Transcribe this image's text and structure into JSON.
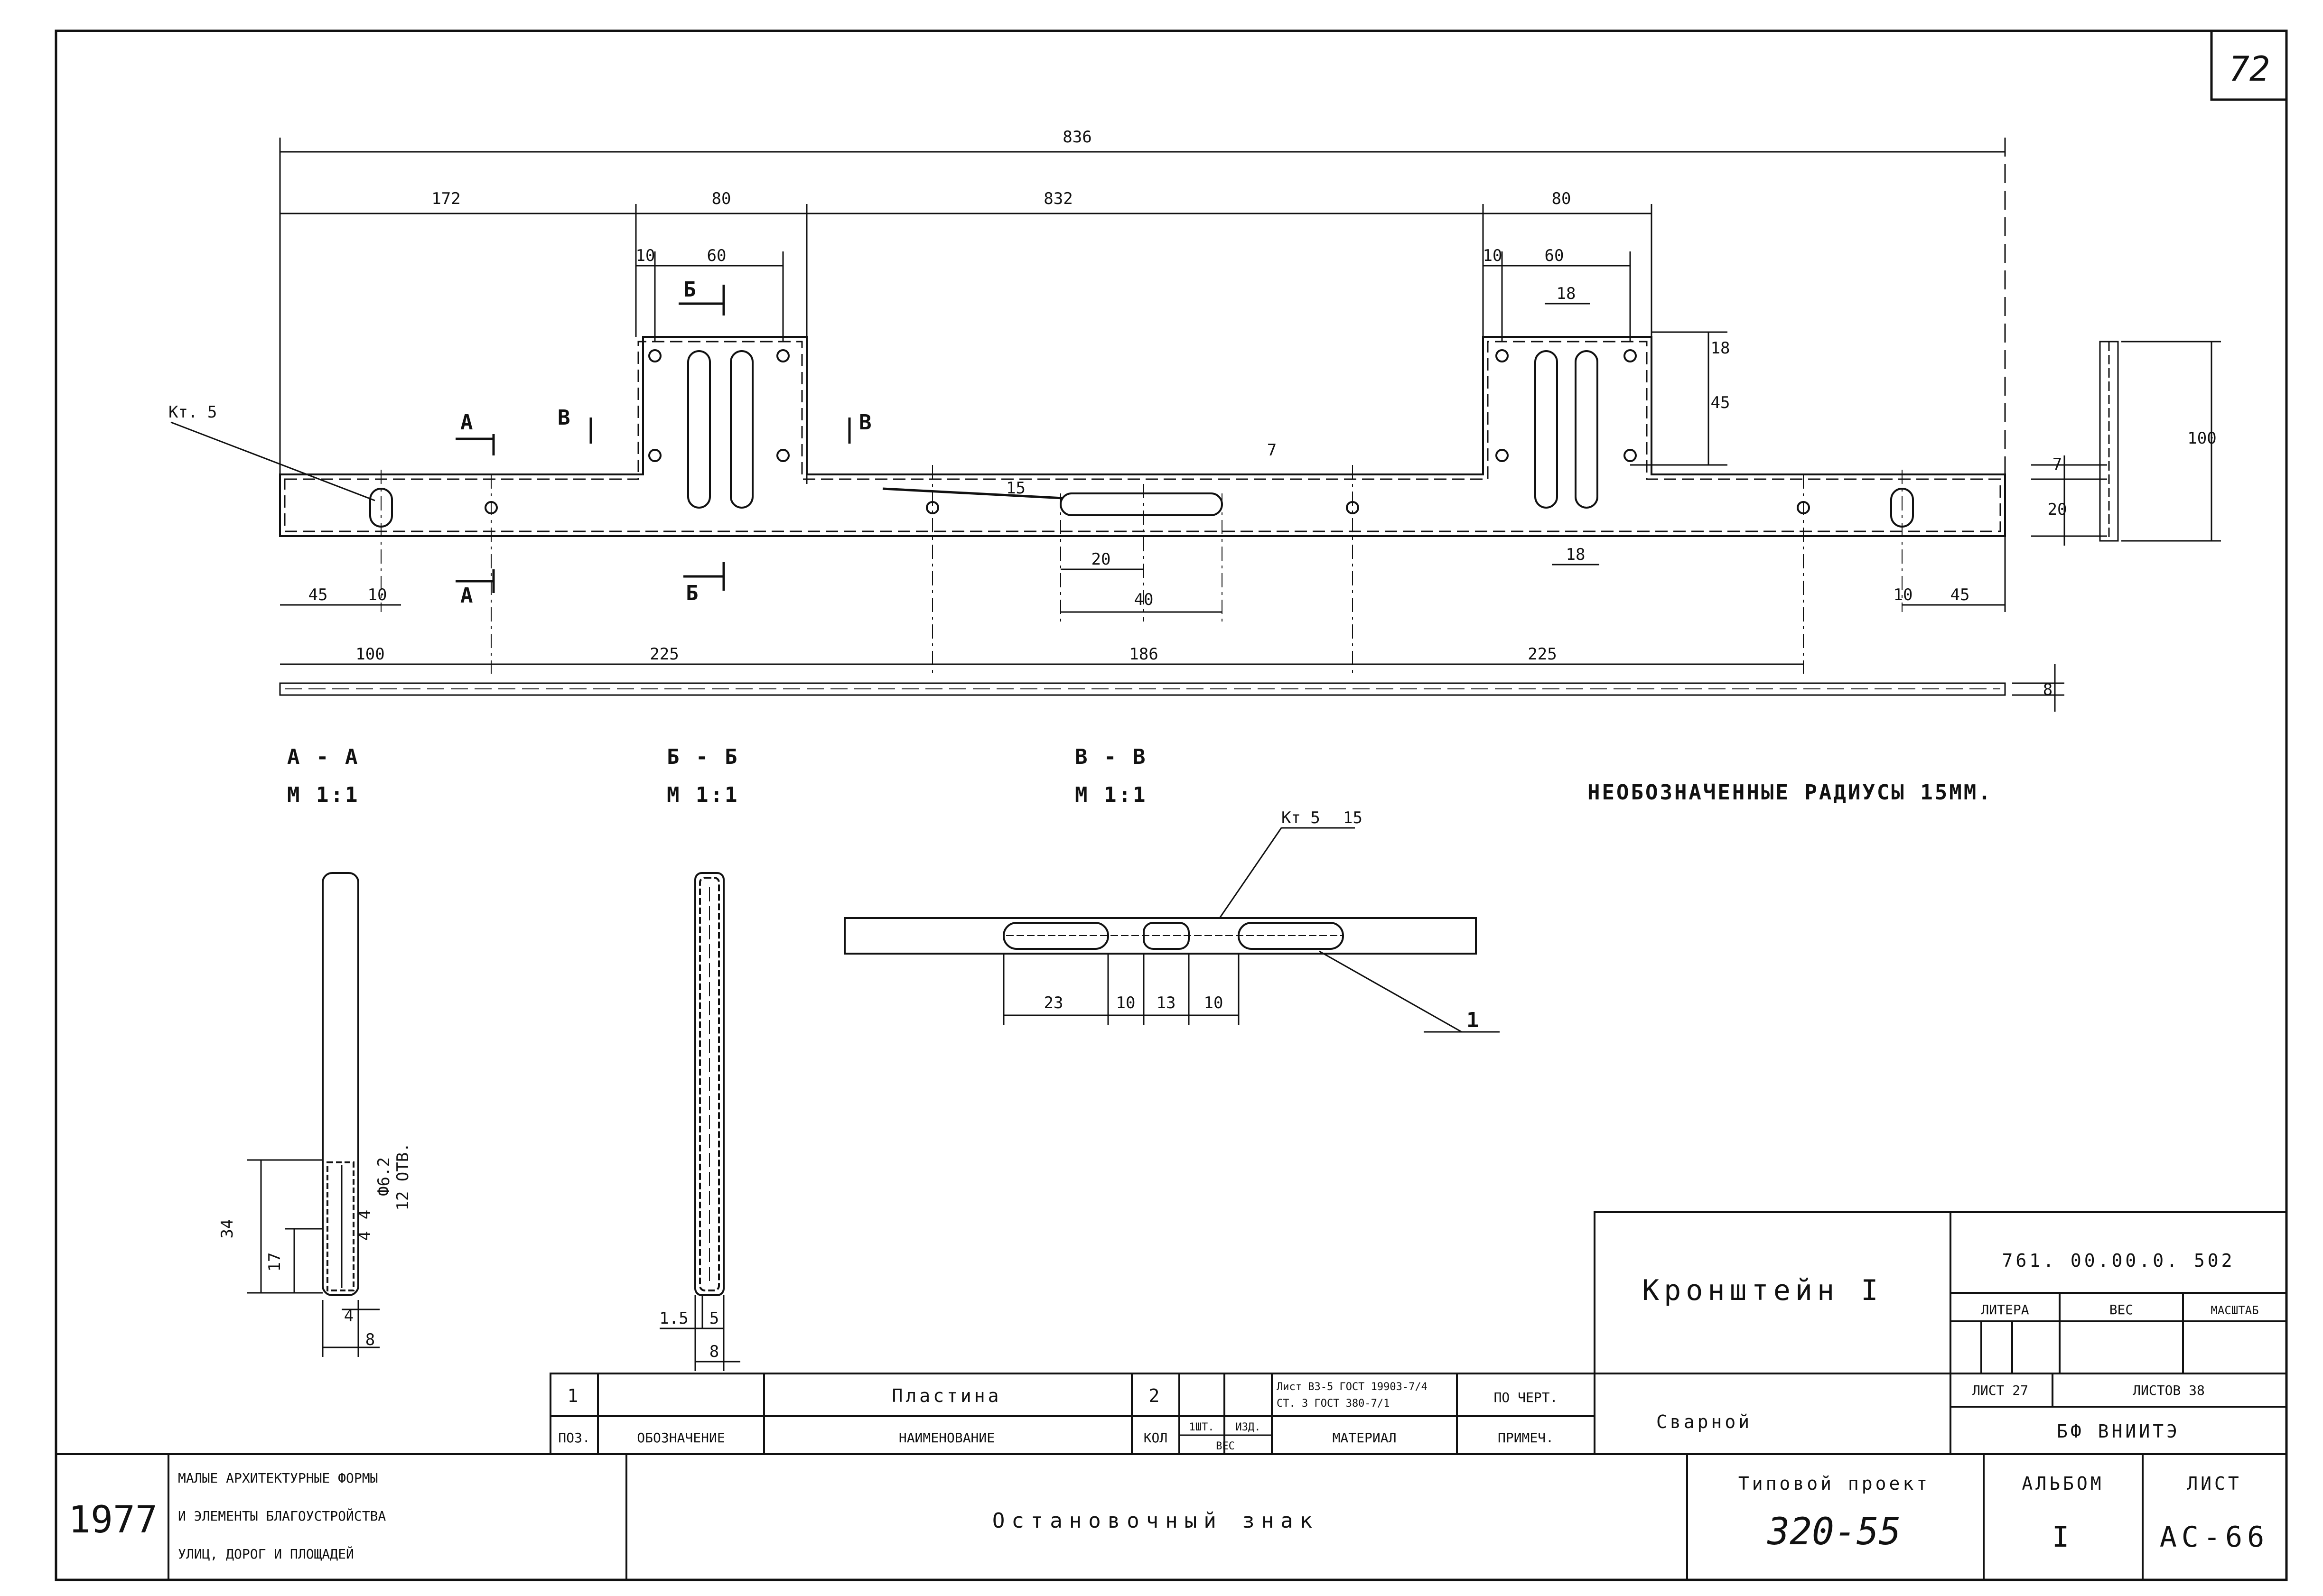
{
  "sheet_number": "72",
  "dimensions": {
    "overall": "836",
    "d172": "172",
    "d80_left": "80",
    "d832": "832",
    "d80_right": "80",
    "d10_tl": "10",
    "d60_left": "60",
    "d10_tr": "10",
    "d60_right": "60",
    "d18_top": "18",
    "d18_vert": "18",
    "d45_vert": "45",
    "d7": "7",
    "d7_right": "7",
    "d20_right": "20",
    "d100_right": "100",
    "d45_left": "45",
    "d10_left": "10",
    "d20_slot": "20",
    "d40_slot": "40",
    "d18_bottom": "18",
    "d10_right": "10",
    "d45_right": "45",
    "d100_bottom": "100",
    "d225_a": "225",
    "d186": "186",
    "d225_b": "225",
    "d8_strip": "8",
    "r15": "15"
  },
  "callouts": {
    "weld_main": "Кт. 5",
    "section_a": "А",
    "section_b": "Б",
    "section_v": "В",
    "weld_section": "Кт 5",
    "weld_section_len": "15",
    "position_1": "1"
  },
  "sections": {
    "aa_title": "А - А",
    "aa_scale": "М 1:1",
    "bb_title": "Б - Б",
    "bb_scale": "М 1:1",
    "vv_title": "В - В",
    "vv_scale": "М 1:1",
    "note": "НЕОБОЗНАЧЕННЫЕ РАДИУСЫ 15ММ."
  },
  "section_dims": {
    "aa_34": "34",
    "aa_17": "17",
    "aa_hole": "Ф6.2",
    "aa_holes": "12 ОТВ.",
    "aa_4a": "4",
    "aa_4b": "4",
    "aa_4c": "4",
    "aa_8": "8",
    "bb_15": "1.5",
    "bb_5": "5",
    "bb_8": "8",
    "vv_23": "23",
    "vv_10a": "10",
    "vv_13": "13",
    "vv_10b": "10"
  },
  "spec_table": {
    "row_pos": "1",
    "row_name": "Пластина",
    "row_qty": "2",
    "row_material_1": "Лист В3-5 ГОСТ 19903-7/4",
    "row_material_2": "СТ. 3 ГОСТ 380-7/1",
    "row_note": "ПО ЧЕРТ.",
    "hdr_pos": "ПОЗ.",
    "hdr_designation": "ОБОЗНАЧЕНИЕ",
    "hdr_name": "НАИМЕНОВАНИЕ",
    "hdr_qty": "КОЛ",
    "hdr_unit_weight": "1ШТ.",
    "hdr_assembly": "ИЗД.",
    "hdr_weight": "ВЕС",
    "hdr_material": "МАТЕРИАЛ",
    "hdr_note": "ПРИМЕЧ."
  },
  "title_block": {
    "part_name": "Кронштейн I",
    "part_type": "Сварной",
    "doc_code": "761. 00.00.0. 502",
    "litera": "ЛИТЕРА",
    "weight": "ВЕС",
    "scale": "МАСШТАБ",
    "sheet": "ЛИСТ 27",
    "sheets": "ЛИСТОВ 38",
    "org": "БФ ВНИИТЭ"
  },
  "footer": {
    "year": "1977",
    "series_1": "МАЛЫЕ АРХИТЕКТУРНЫЕ ФОРМЫ",
    "series_2": "И ЭЛЕМЕНТЫ БЛАГОУСТРОЙСТВА",
    "series_3": "УЛИЦ, ДОРОГ И ПЛОЩАДЕЙ",
    "object_name": "Остановочный знак",
    "project_label": "Типовой проект",
    "project_number": "320-55",
    "album_label": "АЛЬБОМ",
    "album_number": "I",
    "sheet_label": "ЛИСТ",
    "sheet_code": "АС-66"
  }
}
